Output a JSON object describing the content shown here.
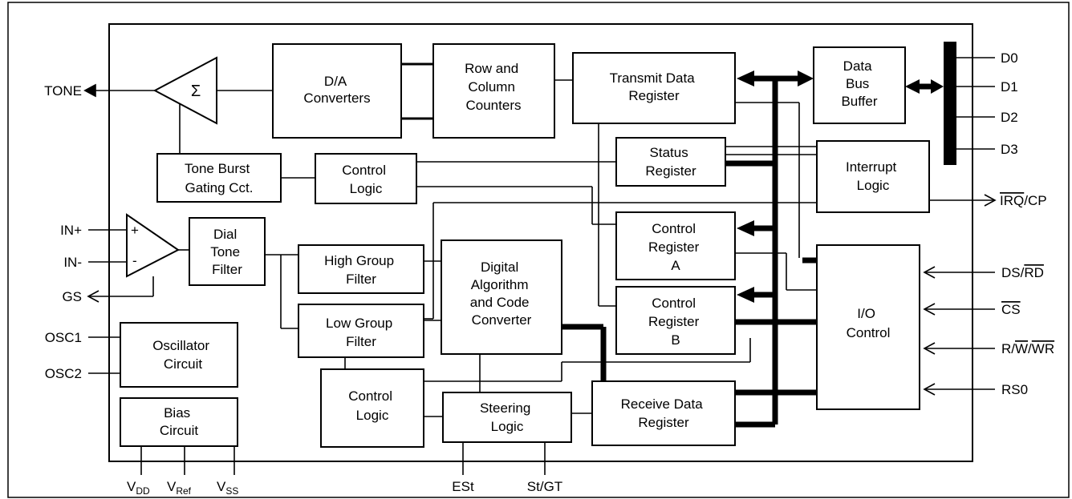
{
  "blocks": {
    "da_converters": [
      "D/A",
      "Converters"
    ],
    "row_col_counters": [
      "Row and",
      "Column",
      "Counters"
    ],
    "transmit_data_register": [
      "Transmit Data",
      "Register"
    ],
    "data_bus_buffer": [
      "Data",
      "Bus",
      "Buffer"
    ],
    "tone_burst": [
      "Tone Burst",
      "Gating Cct."
    ],
    "control_logic_top": [
      "Control",
      "Logic"
    ],
    "status_register": [
      "Status",
      "Register"
    ],
    "interrupt_logic": [
      "Interrupt",
      "Logic"
    ],
    "dial_tone_filter": [
      "Dial",
      "Tone",
      "Filter"
    ],
    "high_group_filter": [
      "High Group",
      "Filter"
    ],
    "low_group_filter": [
      "Low Group",
      "Filter"
    ],
    "digital_algorithm": [
      "Digital",
      "Algorithm",
      "and Code",
      "Converter"
    ],
    "control_register_a": [
      "Control",
      "Register",
      "A"
    ],
    "control_register_b": [
      "Control",
      "Register",
      "B"
    ],
    "io_control": [
      "I/O",
      "Control"
    ],
    "oscillator_circuit": [
      "Oscillator",
      "Circuit"
    ],
    "bias_circuit": [
      "Bias",
      "Circuit"
    ],
    "control_logic_bottom": [
      "Control",
      "Logic"
    ],
    "steering_logic": [
      "Steering",
      "Logic"
    ],
    "receive_data_register": [
      "Receive Data",
      "Register"
    ]
  },
  "symbols": {
    "summer": "Σ",
    "plus": "+",
    "minus": "-"
  },
  "pins": {
    "tone": "TONE",
    "in_plus": "IN+",
    "in_minus": "IN-",
    "gs": "GS",
    "osc1": "OSC1",
    "osc2": "OSC2",
    "d0": "D0",
    "d1": "D1",
    "d2": "D2",
    "d3": "D3",
    "irq_bar": "IRQ",
    "irq_cp": "/CP",
    "ds": "DS/",
    "rd_bar": "RD",
    "cs_bar": "CS",
    "rw_r": "R/",
    "rw_w_bar": "W",
    "rw_slash": "/",
    "rw_wr_bar": "WR",
    "rs0": "RS0",
    "vdd": "V",
    "vdd_sub": "DD",
    "vref": "V",
    "vref_sub": "Ref",
    "vss": "V",
    "vss_sub": "SS",
    "est": "ESt",
    "st_gt": "St/GT"
  }
}
